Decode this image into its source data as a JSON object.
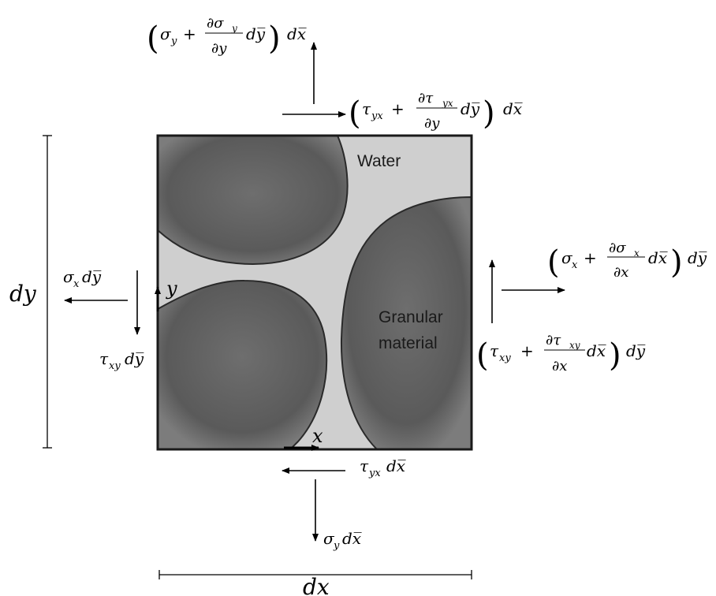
{
  "labels": {
    "water": "Water",
    "granular_line1": "Granular",
    "granular_line2": "material",
    "axis_x": "x",
    "axis_y": "y",
    "dim_x": "dx",
    "dim_y": "dy"
  },
  "forces": {
    "top_sigma": {
      "lparen": "(",
      "sym": "σ",
      "sub": "y",
      "plus": "+",
      "num": "∂σ",
      "num_sub": "y",
      "den": "∂y",
      "tail": "dy̅",
      "rparen": ")",
      "factor": "dx̅"
    },
    "top_tau": {
      "lparen": "(",
      "sym": "τ",
      "sub": "yx",
      "plus": "+",
      "num": "∂τ",
      "num_sub": "yx",
      "den": "∂y",
      "tail": "dy̅",
      "rparen": ")",
      "factor": "dx̅"
    },
    "right_sigma": {
      "lparen": "(",
      "sym": "σ",
      "sub": "x",
      "plus": "+",
      "num": "∂σ",
      "num_sub": "x",
      "den": "∂x",
      "tail": "dx̅",
      "rparen": ")",
      "factor": "dy̅"
    },
    "right_tau": {
      "lparen": "(",
      "sym": "τ",
      "sub": "xy",
      "plus": "+",
      "num": "∂τ",
      "num_sub": "xy",
      "den": "∂x",
      "tail": "dx̅",
      "rparen": ")",
      "factor": "dy̅"
    },
    "left_sigma": {
      "sym": "σ",
      "sub": "x",
      "factor": "dy̅"
    },
    "left_tau": {
      "sym": "τ",
      "sub": "xy",
      "factor": "dy̅"
    },
    "bottom_sigma": {
      "sym": "σ",
      "sub": "y",
      "factor": "dx̅"
    },
    "bottom_tau": {
      "sym": "τ",
      "sub": "yx",
      "factor": "dx̅"
    }
  },
  "colors": {
    "grain": "#5e5e5e",
    "grain_highlight": "#9a9a9a",
    "water": "#cfcfcf",
    "outline": "#1a1a1a"
  }
}
